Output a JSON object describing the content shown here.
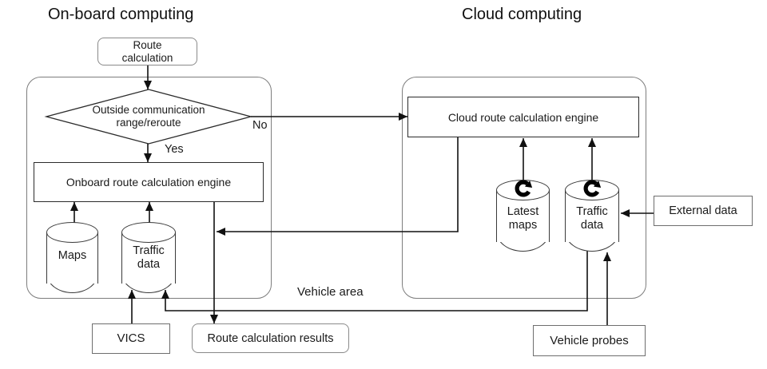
{
  "titles": {
    "onboard": "On-board computing",
    "cloud": "Cloud computing"
  },
  "labels": {
    "no": "No",
    "yes": "Yes",
    "vehicle_area": "Vehicle area"
  },
  "nodes": {
    "route_calculation": "Route\ncalculation",
    "decision": "Outside communication\nrange/reroute",
    "onboard_engine": "Onboard route calculation engine",
    "maps": "Maps",
    "onboard_traffic_data": "Traffic\ndata",
    "cloud_engine": "Cloud route calculation engine",
    "latest_maps": "Latest\nmaps",
    "cloud_traffic_data": "Traffic\ndata",
    "external_data": "External data",
    "vics": "VICS",
    "route_results": "Route calculation results",
    "vehicle_probes": "Vehicle probes"
  },
  "icons": {
    "refresh": "clockwise-circular-arrow"
  },
  "colors": {
    "line": "#1a1a1a",
    "box_border_dark": "#2b2b2b",
    "box_border_gray": "#8a8a8a",
    "container_border": "#7d7d7d",
    "background": "#ffffff"
  }
}
